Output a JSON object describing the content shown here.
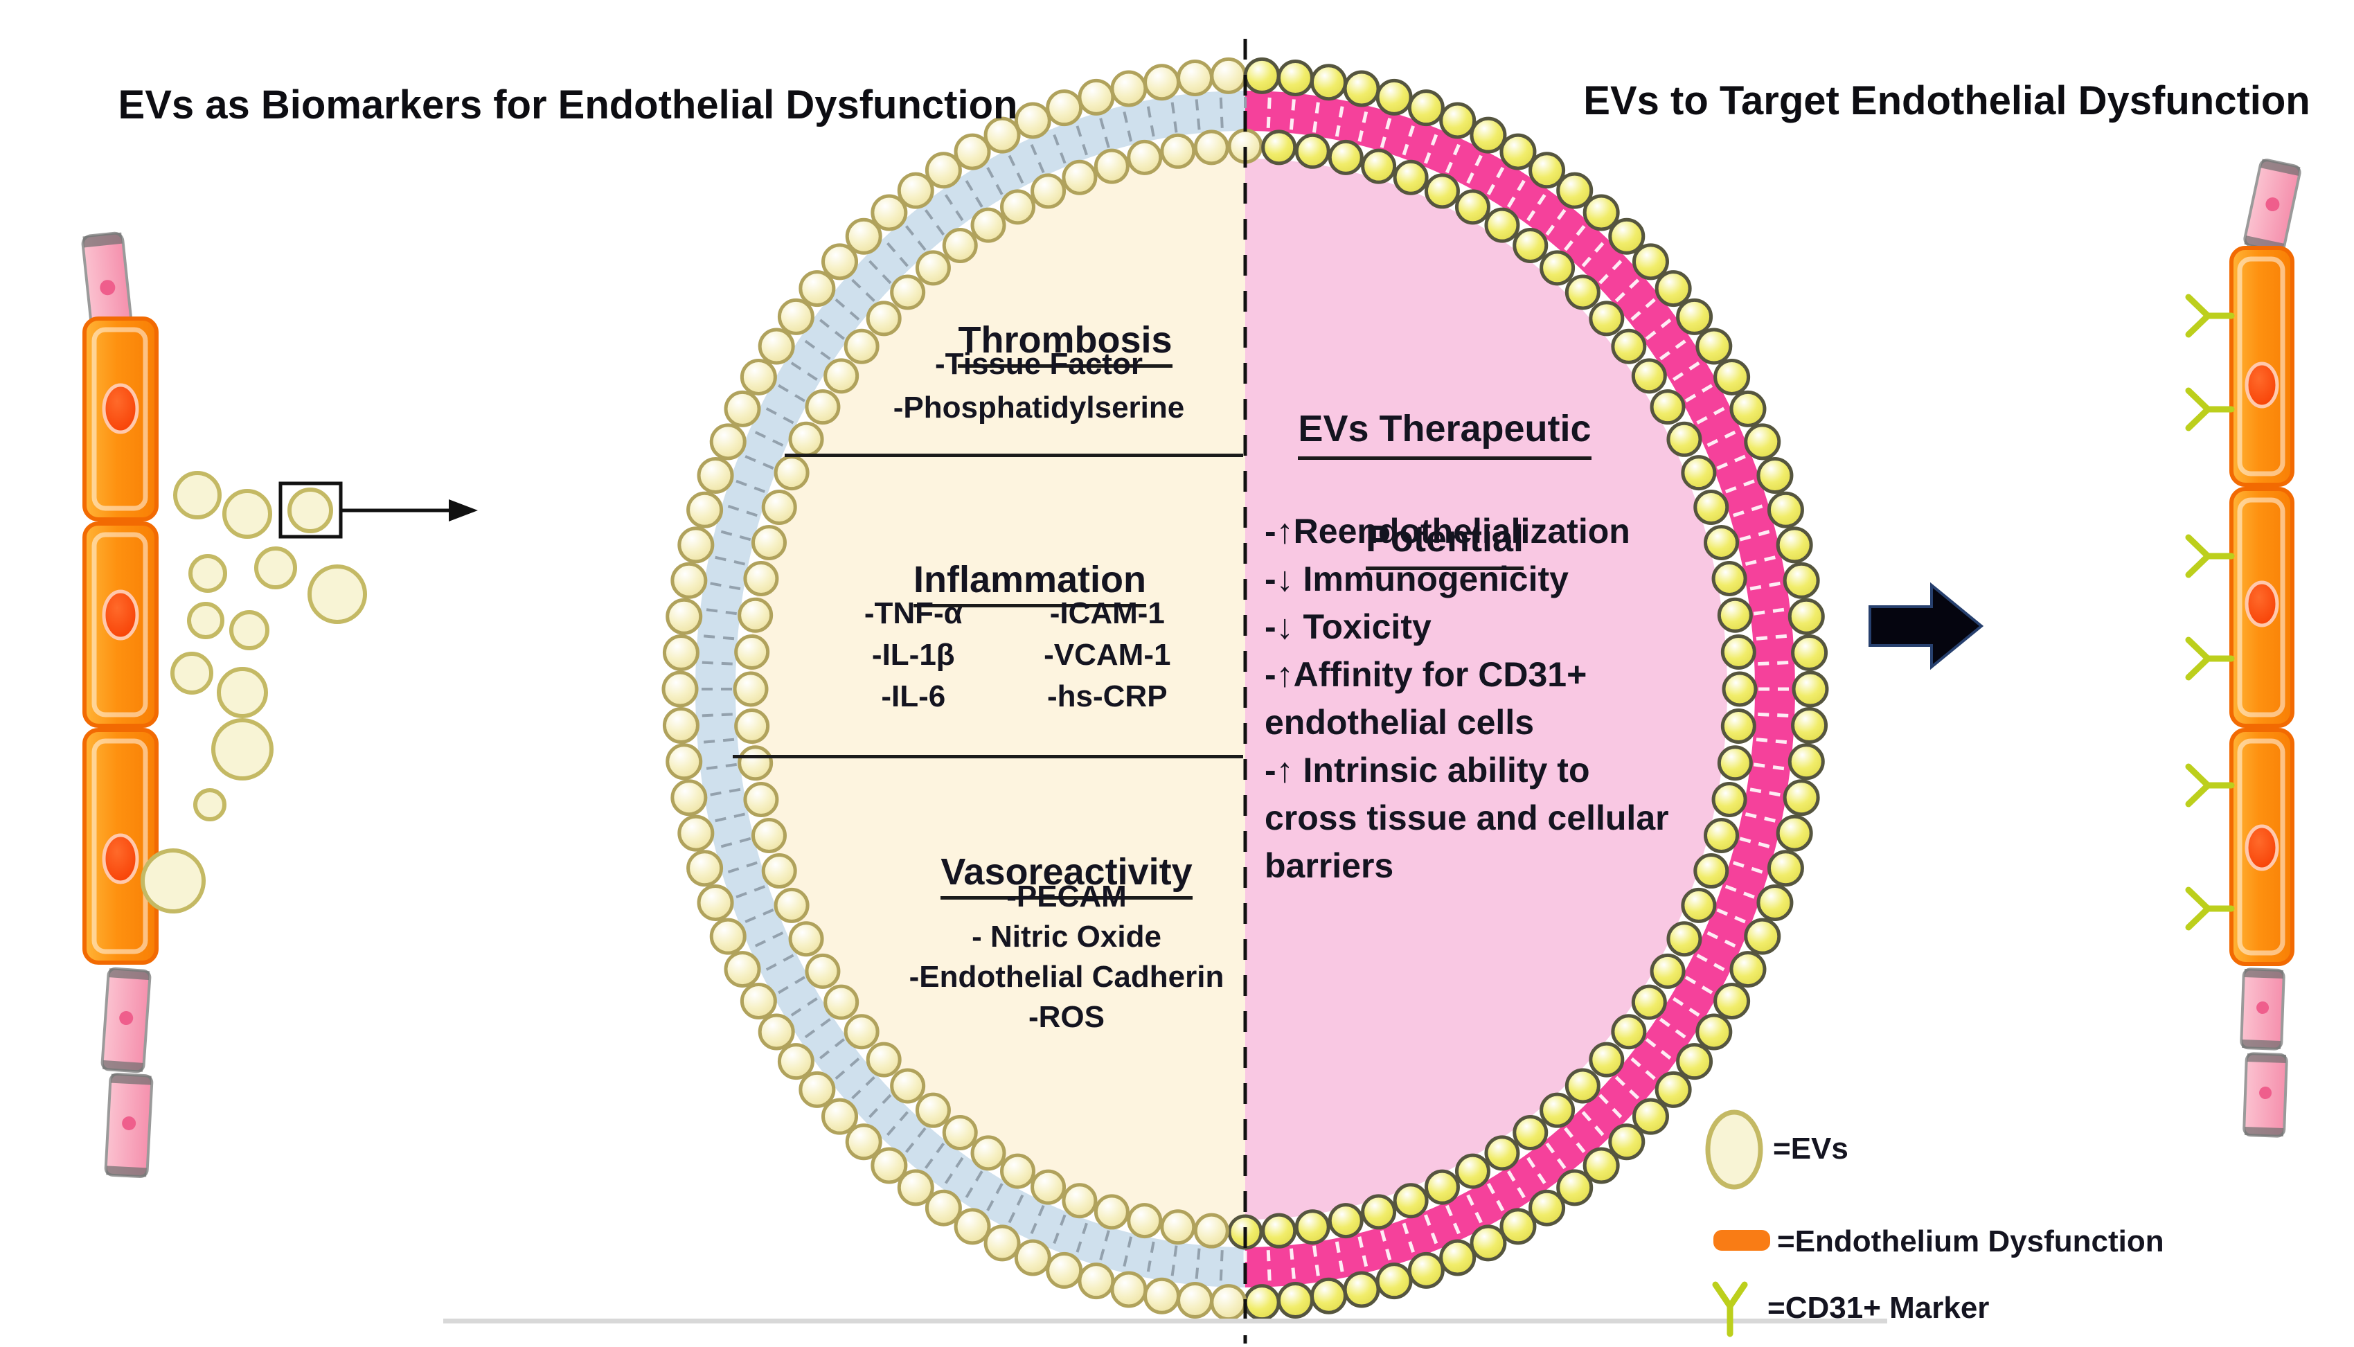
{
  "titles": {
    "left": "EVs as Biomarkers for Endothelial Dysfunction",
    "right": "EVs to Target Endothelial Dysfunction"
  },
  "biomarkers": {
    "thrombosis": {
      "heading": "Thrombosis",
      "items": [
        "-Tissue Factor",
        "-Phosphatidylserine"
      ]
    },
    "inflammation": {
      "heading": "Inflammation",
      "items_col1": [
        "-TNF-α",
        "-IL-1β",
        "-IL-6"
      ],
      "items_col2": [
        "-ICAM-1",
        "-VCAM-1",
        "-hs-CRP"
      ]
    },
    "vasoreactivity": {
      "heading": "Vasoreactivity",
      "items": [
        "-PECAM",
        "- Nitric Oxide",
        "-Endothelial Cadherin",
        "-ROS"
      ]
    }
  },
  "therapeutic": {
    "heading_line1": "EVs Therapeutic",
    "heading_line2": "Potential",
    "items": [
      "-↑Reendothelialization",
      "-↓ Immunogenicity",
      "-↓ Toxicity",
      "-↑Affinity for CD31+",
      "endothelial cells",
      "-↑ Intrinsic ability to",
      "cross tissue and cellular",
      "barriers"
    ]
  },
  "legend": {
    "ev_label": "=EVs",
    "endothelium_label": "=Endothelium Dysfunction",
    "cd31_label": "=CD31+ Marker"
  },
  "colors": {
    "interior_left": "#fdf4df",
    "interior_right": "#f9c8e3",
    "membrane_left": "#cfe0ed",
    "membrane_right": "#f5419b",
    "bead_left_stroke": "#b0a25c",
    "bead_right_stroke": "#55553f",
    "tick_left": "#93a1ad",
    "tick_right": "#ffffff",
    "ev_fill": "#f8f4d5",
    "ev_stroke": "#c4b964",
    "cell_orange_stroke": "#f26a02",
    "cell_pink": "#f8a8be",
    "cd31_green": "#bccf1c",
    "legend_bar_orange": "#f97c15",
    "divider_dark": "#1b1b1b",
    "baseline_gray": "#d8d8d8",
    "arrow_black": "#05050f"
  },
  "geometry_note": ""
}
